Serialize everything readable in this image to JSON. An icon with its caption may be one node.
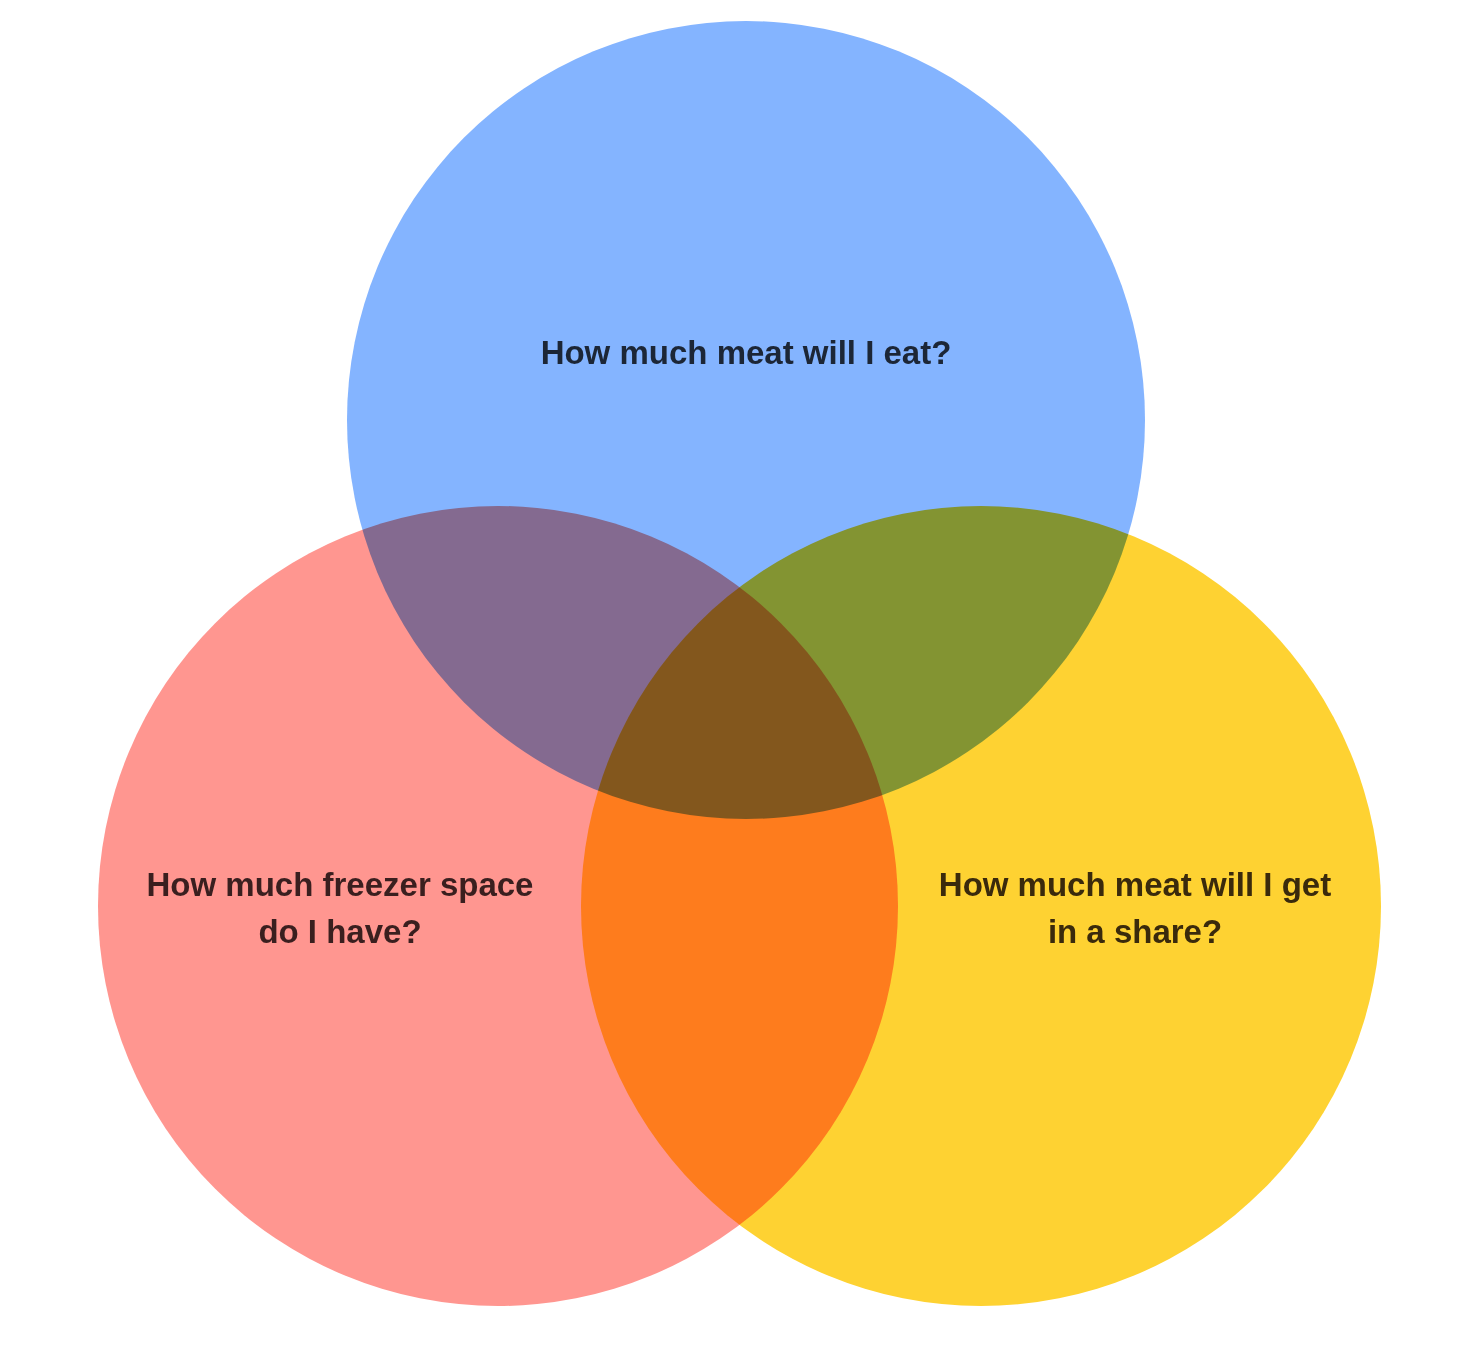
{
  "diagram": {
    "nodes": [
      {
        "text": [
          "How much meat will I eat?"
        ]
      },
      {
        "text": [
          "How much freezer space do I have?"
        ]
      },
      {
        "text": [
          "How much meat will I get in a share?"
        ]
      }
    ]
  }
}
